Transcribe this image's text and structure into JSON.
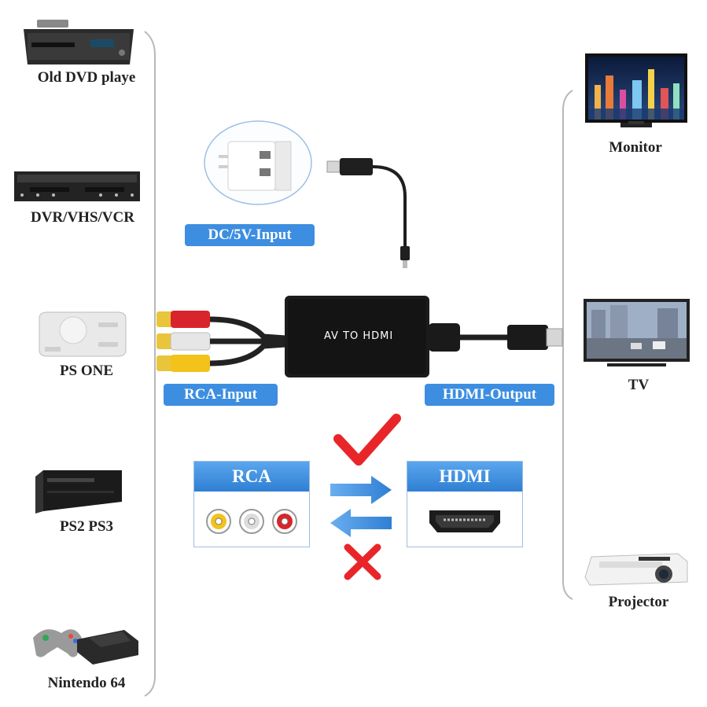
{
  "sources": [
    {
      "label": "Old DVD playe",
      "icon": "dvd-player-icon"
    },
    {
      "label": "DVR/VHS/VCR",
      "icon": "vcr-icon"
    },
    {
      "label": "PS ONE",
      "icon": "ps-one-console-icon"
    },
    {
      "label": "PS2 PS3",
      "icon": "ps2-console-icon"
    },
    {
      "label": "Nintendo 64",
      "icon": "nintendo-64-icon"
    }
  ],
  "outputs": [
    {
      "label": "Monitor",
      "icon": "monitor-icon"
    },
    {
      "label": "TV",
      "icon": "tv-icon"
    },
    {
      "label": "Projector",
      "icon": "projector-icon"
    }
  ],
  "converter": {
    "box_text": "AV TO HDMI",
    "power_label": "DC/5V-Input",
    "rca_label": "RCA-Input",
    "hdmi_label": "HDMI-Output"
  },
  "direction": {
    "left_panel_title": "RCA",
    "right_panel_title": "HDMI",
    "allowed_icon": "check-icon",
    "disallowed_icon": "cross-icon"
  },
  "colors": {
    "accent_blue": "#3d8ee0",
    "check_red": "#e8262a",
    "rca_red": "#d8252b",
    "rca_white": "#e6e6e6",
    "rca_yellow": "#f3c21b"
  }
}
